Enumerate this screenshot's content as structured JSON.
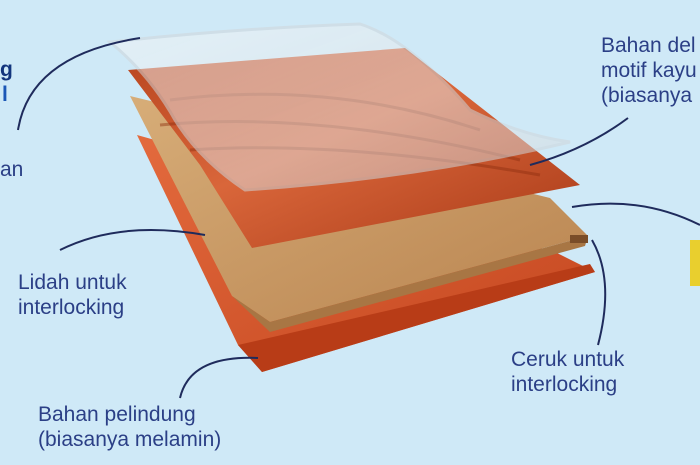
{
  "labels": {
    "top_right": {
      "line1": "Bahan del",
      "line2": "motif kayu",
      "line3": "(biasanya"
    },
    "left_top": {
      "line1": "g",
      "line2": "l",
      "line3": "an"
    },
    "tongue": {
      "line1": "Lidah untuk",
      "line2": "interlocking"
    },
    "groove": {
      "line1": "Ceruk untuk",
      "line2": "interlocking"
    },
    "backing": {
      "line1": "Bahan pelindung",
      "line2": "(biasanya melamin)"
    }
  },
  "colors": {
    "background": "#cfe9f7",
    "text": "#2b3f86",
    "film": "#e8ecee",
    "wood": "#c9552a",
    "core": "#c99a62",
    "backing": "#d95a33"
  }
}
